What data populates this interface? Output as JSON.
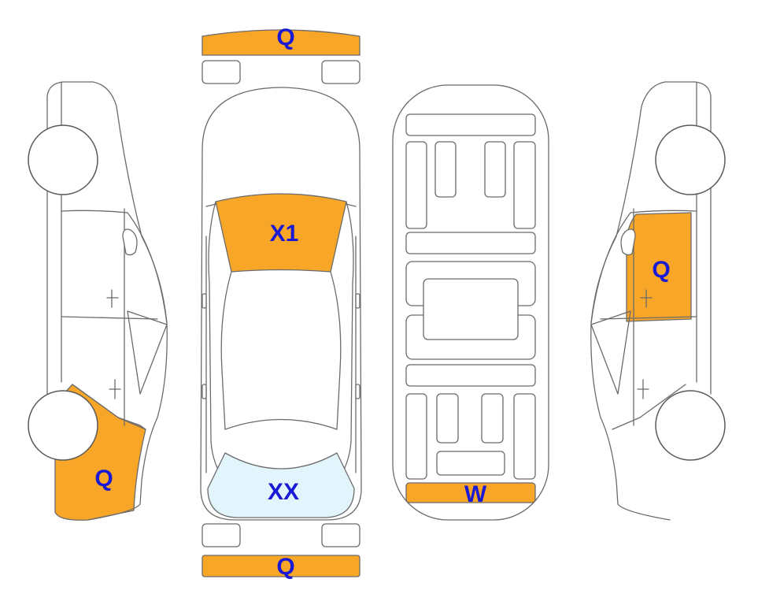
{
  "colors": {
    "damage": "#f8a628",
    "glass_damage": "#e2f5fc",
    "label": "#1a1ad4",
    "outline": "#6b6b6b"
  },
  "markers": {
    "front_bumper": "Q",
    "rear_bumper": "Q",
    "windshield": "X1",
    "rear_window": "XX",
    "underbody_rear": "W",
    "left_rear_quarter": "Q",
    "right_rear_door": "Q"
  }
}
